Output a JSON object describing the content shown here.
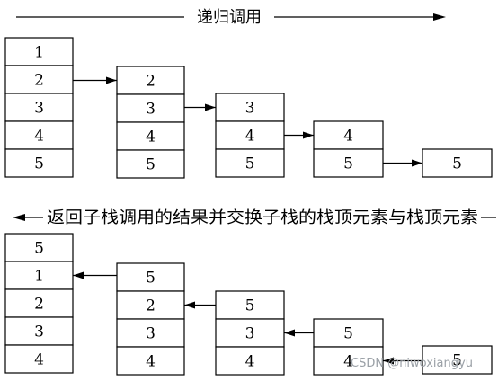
{
  "top_title": "递归调用",
  "bottom_title": "返回子栈调用的结果并交换子栈的栈顶元素与栈顶元素",
  "watermark": "CSDN @niwoxiangyu",
  "top_stacks": [
    [
      "1",
      "2",
      "3",
      "4",
      "5"
    ],
    [
      "2",
      "3",
      "4",
      "5"
    ],
    [
      "3",
      "4",
      "5"
    ],
    [
      "4",
      "5"
    ],
    [
      "5"
    ]
  ],
  "bottom_stacks": [
    [
      "5",
      "1",
      "2",
      "3",
      "4"
    ],
    [
      "5",
      "2",
      "3",
      "4"
    ],
    [
      "5",
      "3",
      "4"
    ],
    [
      "5",
      "4"
    ],
    [
      "5"
    ]
  ]
}
